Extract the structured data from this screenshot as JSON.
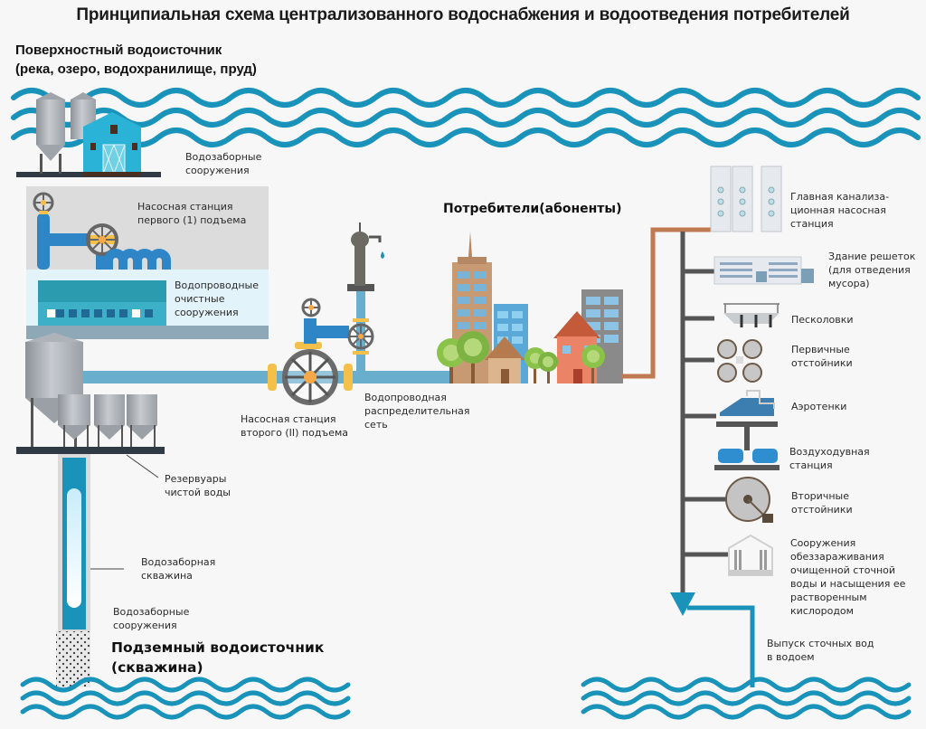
{
  "title": "Принципиальная схема централизованного водоснабжения и водоотведения потребителей",
  "colors": {
    "water": "#1a93bb",
    "pipe_clean": "#6aaecd",
    "pipe_sewer": "#c07a52",
    "sewer_main": "#555555",
    "valve": "#f5c04a",
    "background": "#f7f7f7"
  },
  "surface_source": {
    "line1": "Поверхностный водоисточник",
    "line2": "(река, озеро, водохранилище, пруд)"
  },
  "supply": {
    "intake": [
      "Водозаборные",
      "сооружения"
    ],
    "pump1": [
      "Насосная станция",
      "первого (1) подъема"
    ],
    "treatment": [
      "Водопроводные",
      "очистные",
      "сооружения"
    ],
    "reservoirs": [
      "Резервуары",
      "чистой воды"
    ],
    "pump2": [
      "Насосная станция",
      "второго (II) подъема"
    ],
    "network": [
      "Водопроводная",
      "распределительная",
      "сеть"
    ],
    "well": [
      "Водозаборная",
      "скважина"
    ],
    "well_intake": [
      "Водозаборные",
      "сооружения"
    ]
  },
  "underground_source": {
    "line1": "Подземный водоисточник",
    "line2": "(скважина)"
  },
  "consumers": "Потребители(абоненты)",
  "sewage": {
    "main_pump": [
      "Главная канализа-",
      "ционная насосная",
      "станция"
    ],
    "screens": [
      "Здание решеток",
      "(для отведения",
      "мусора)"
    ],
    "sand_traps": [
      "Песколовки"
    ],
    "primary": [
      "Первичные",
      "отстойники"
    ],
    "aerotanks": [
      "Аэротенки"
    ],
    "blower": [
      "Воздуходувная",
      "станция"
    ],
    "secondary": [
      "Вторичные",
      "отстойники"
    ],
    "disinfection": [
      "Сооружения",
      "обеззараживания",
      "очищенной сточной",
      "воды и насыщения ее",
      "растворенным",
      "кислородом"
    ],
    "outlet": [
      "Выпуск сточных вод",
      "в водоем"
    ]
  }
}
